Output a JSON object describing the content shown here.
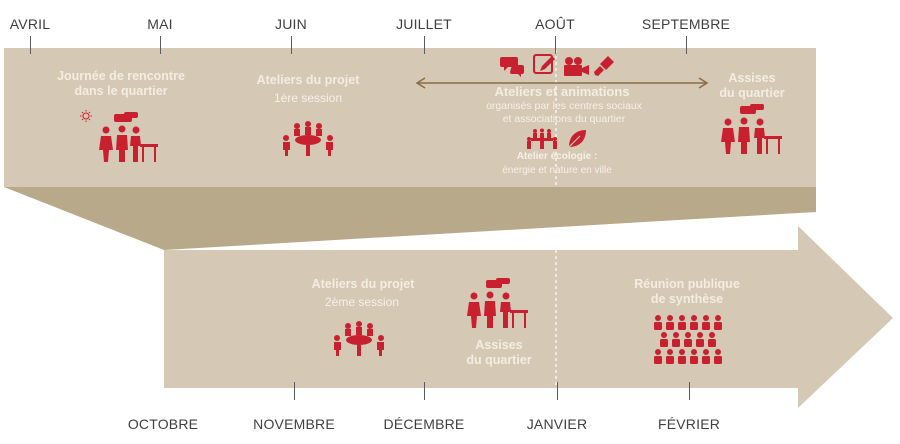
{
  "colors": {
    "band": "#d5c8b4",
    "fold": "#b8a98b",
    "icon_red": "#c8202f",
    "text_light": "#f4efe6",
    "month_text": "#3f3f3f",
    "tick": "#5a5a5a",
    "arrow_line": "#8a6d45"
  },
  "months_top": [
    "AVRIL",
    "MAI",
    "JUIN",
    "JUILLET",
    "AOÛT",
    "SEPTEMBRE"
  ],
  "months_bottom": [
    "OCTOBRE",
    "NOVEMBRE",
    "DÉCEMBRE",
    "JANVIER",
    "FÉVRIER"
  ],
  "events": {
    "rencontre": {
      "title": "Journée de rencontre\ndans le quartier",
      "icon": "people-meeting-sun-icon"
    },
    "ateliers1": {
      "title": "Ateliers du projet",
      "sub": "1ère session",
      "icon": "round-table-icon"
    },
    "animations": {
      "title": "Ateliers et animations",
      "sub": "organisés par les centres sociaux\net associations du quartier",
      "icons": [
        "speech-bubbles-icon",
        "pencil-note-icon",
        "video-camera-icon",
        "paintbrush-icon"
      ]
    },
    "ecologie": {
      "title": "Atelier écologie :",
      "sub": "énergie et nature en ville",
      "icons": [
        "workshop-icon",
        "leaf-icon"
      ]
    },
    "assises1": {
      "title": "Assises\ndu quartier",
      "icon": "people-meeting-icon"
    },
    "ateliers2": {
      "title": "Ateliers du projet",
      "sub": "2ème session",
      "icon": "round-table-icon"
    },
    "assises2": {
      "title": "Assises\ndu quartier",
      "icon": "people-meeting-icon"
    },
    "reunion": {
      "title": "Réunion publique\nde synthèse",
      "icon": "audience-icon"
    }
  }
}
